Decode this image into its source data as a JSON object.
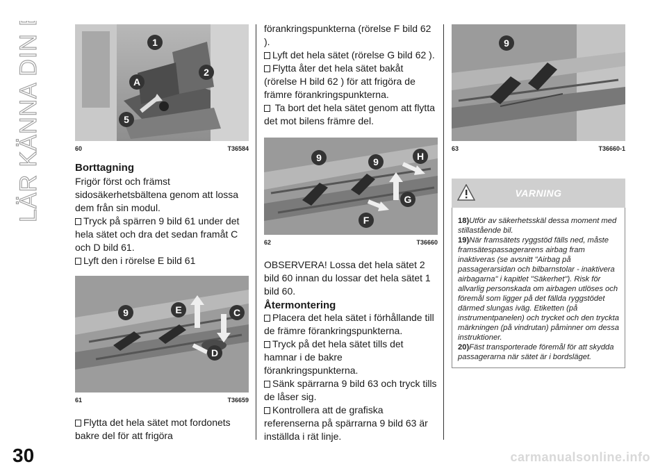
{
  "side_title": "LÄR KÄNNA DIN BIL",
  "page_number": "30",
  "watermark": "carmanualsonline.info",
  "figures": {
    "fig60": {
      "number": "60",
      "code": "T36584",
      "markers": [
        "1",
        "2",
        "A",
        "5"
      ]
    },
    "fig61": {
      "number": "61",
      "code": "T36659",
      "markers": [
        "9",
        "E",
        "C",
        "D"
      ]
    },
    "fig62": {
      "number": "62",
      "code": "T36660",
      "markers": [
        "9",
        "9",
        "H",
        "G",
        "F"
      ]
    },
    "fig63": {
      "number": "63",
      "code": "T36660-1",
      "markers": [
        "9"
      ]
    }
  },
  "col1": {
    "heading": "Borttagning",
    "intro": "Frigör först och främst sidosäkerhetsbältena genom att lossa dem från sin modul.",
    "bullet1": "Tryck på spärren 9 bild 61 under det hela sätet och dra det sedan framåt C och D bild 61.",
    "bullet2": "Lyft den i rörelse E bild 61",
    "bullet3": "Flytta det hela sätet mot fordonets bakre del för att frigöra"
  },
  "col2": {
    "cont": "förankringspunkterna (rörelse F bild 62 ).",
    "bullet1": "Lyft det hela sätet (rörelse G bild 62 ).",
    "bullet2": "Flytta åter det hela sätet bakåt (rörelse H bild 62 ) för att frigöra de främre förankringspunkterna.",
    "bullet3": " Ta bort det hela sätet genom att flytta det mot bilens främre del.",
    "note": "OBSERVERA! Lossa det hela sätet 2 bild 60 innan du lossar det hela sätet 1 bild 60.",
    "heading": "Återmontering",
    "bullet4": "Placera det hela sätet i förhållande till de främre förankringspunkterna.",
    "bullet5": "Tryck på det hela sätet tills det hamnar i de bakre förankringspunkterna.",
    "bullet6": "Sänk spärrarna 9 bild 63 och tryck tills de låser sig.",
    "bullet7": "Kontrollera att de grafiska referenserna på spärrarna 9 bild 63 är inställda i rät linje."
  },
  "warning": {
    "title": "VARNING",
    "items": [
      {
        "num": "18)",
        "text": "Utför av säkerhetsskäl dessa moment med stillastående bil."
      },
      {
        "num": "19)",
        "text": "När framsätets ryggstöd fälls ned, måste framsätespassagerarens airbag fram inaktiveras (se avsnitt \"Airbag på passagerarsidan och bilbarnstolar - inaktivera airbagarna\" i kapitlet \"Säkerhet\"). Risk för allvarlig personskada om airbagen utlöses och föremål som ligger på det fällda ryggstödet därmed slungas iväg. Etiketten (på instrumentpanelen) och trycket och den tryckta märkningen (på vindrutan) påminner om dessa instruktioner."
      },
      {
        "num": "20)",
        "text": "Fäst transporterade föremål för att skydda passagerarna när sätet är i bordsläget."
      }
    ]
  }
}
